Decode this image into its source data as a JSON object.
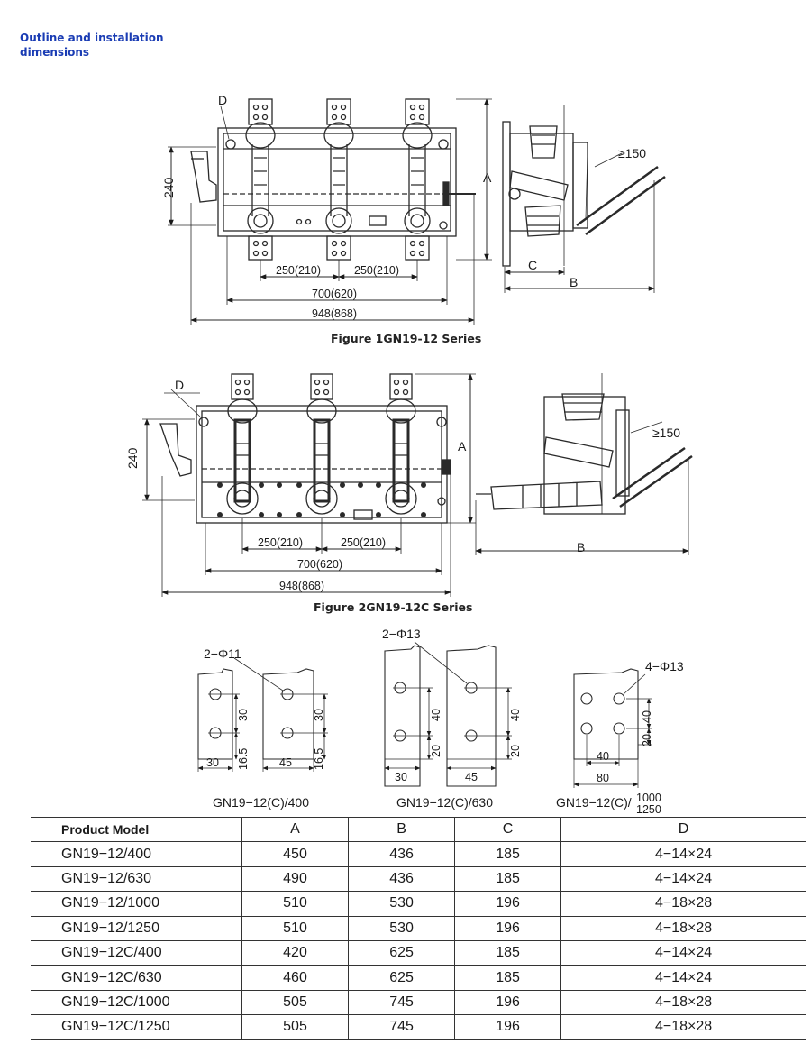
{
  "heading": "Outline and installation dimensions",
  "figure1": {
    "caption": "Figure 1GN19-12 Series",
    "labels": {
      "d": "D",
      "h": "240",
      "a": "A",
      "clearance": "≥150",
      "c": "C",
      "b": "B"
    },
    "dims": {
      "pitch1": "250(210)",
      "pitch2": "250(210)",
      "inner": "700(620)",
      "outer": "948(868)"
    }
  },
  "figure2": {
    "caption": "Figure 2GN19-12C Series",
    "labels": {
      "d": "D",
      "h": "240",
      "a": "A",
      "clearance": "≥150",
      "b": "B"
    },
    "dims": {
      "pitch1": "250(210)",
      "pitch2": "250(210)",
      "inner": "700(620)",
      "outer": "948(868)"
    }
  },
  "terminals": [
    {
      "name": "GN19−12(C)/400",
      "holes": "2−Φ11",
      "dims": [
        "30",
        "16.5",
        "30",
        "45",
        "30",
        "16.5"
      ]
    },
    {
      "name": "GN19−12(C)/630",
      "holes": "2−Φ13",
      "dims": [
        "40",
        "20",
        "30",
        "45",
        "40",
        "20"
      ]
    },
    {
      "name_prefix": "GN19−12(C)/",
      "name_top": "1000",
      "name_bottom": "1250",
      "holes": "4−Φ13",
      "dims": [
        "40",
        "20",
        "40",
        "80"
      ]
    }
  ],
  "table": {
    "headers": [
      "Product Model",
      "A",
      "B",
      "C",
      "D"
    ],
    "rows": [
      [
        "GN19−12/400",
        "450",
        "436",
        "185",
        "4−14×24"
      ],
      [
        "GN19−12/630",
        "490",
        "436",
        "185",
        "4−14×24"
      ],
      [
        "GN19−12/1000",
        "510",
        "530",
        "196",
        "4−18×28"
      ],
      [
        "GN19−12/1250",
        "510",
        "530",
        "196",
        "4−18×28"
      ],
      [
        "GN19−12C/400",
        "420",
        "625",
        "185",
        "4−14×24"
      ],
      [
        "GN19−12C/630",
        "460",
        "625",
        "185",
        "4−14×24"
      ],
      [
        "GN19−12C/1000",
        "505",
        "745",
        "196",
        "4−18×28"
      ],
      [
        "GN19−12C/1250",
        "505",
        "745",
        "196",
        "4−18×28"
      ]
    ]
  }
}
